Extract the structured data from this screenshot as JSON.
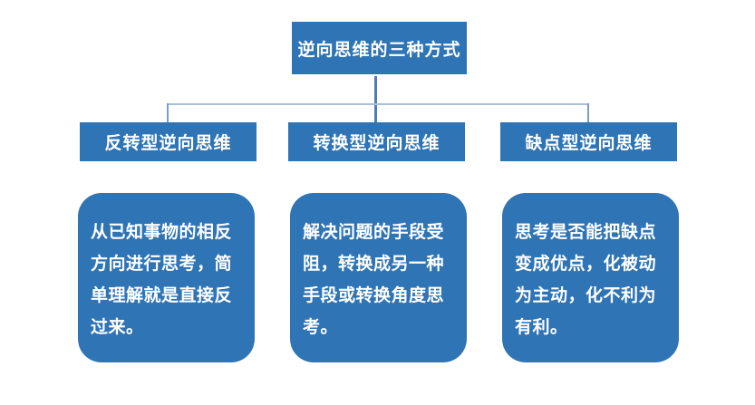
{
  "title": "逆向思维的三种方式",
  "colors": {
    "node_fill": "#2F74B5",
    "stem_line": "#4F7CB3",
    "horizontal_line": "#A9BFDC",
    "branch_line": "#7B9CC5",
    "text": "#FFFFFF",
    "background": "#FFFFFF"
  },
  "branches": [
    {
      "label": "反转型逆向思维",
      "description": "从已知事物的相反方向进行思考，简单理解就是直接反过来。"
    },
    {
      "label": "转换型逆向思维",
      "description": "解决问题的手段受阻，转换成另一种手段或转换角度思考。"
    },
    {
      "label": "缺点型逆向思维",
      "description": "思考是否能把缺点变成优点，化被动为主动，化不利为有利。"
    }
  ]
}
